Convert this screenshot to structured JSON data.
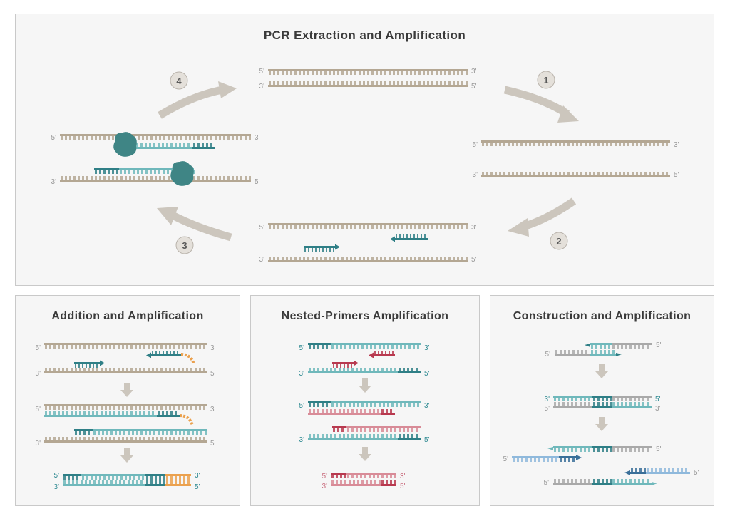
{
  "main": {
    "title": "PCR Extraction and Amplification",
    "steps": [
      "1",
      "2",
      "3",
      "4"
    ]
  },
  "addition": {
    "title": "Addition and Amplification"
  },
  "nested": {
    "title": "Nested-Primers Amplification"
  },
  "construction": {
    "title": "Construction and Amplification"
  },
  "labels": {
    "five_prime": "5'",
    "three_prime": "3'"
  },
  "colors": {
    "dna": "#b4a793",
    "teal": "#6fb8bb",
    "teal_dark": "#2f7f86",
    "pink": "#d88b97",
    "pink_dark": "#b8394f",
    "orange": "#eba14e",
    "grey": "#a9a9a9",
    "blue": "#8fb9dc",
    "blue_dark": "#3a6f99",
    "polymerase": "#3f8585",
    "arrow": "#ccc6bd",
    "step_circle": "#e4e0da"
  }
}
